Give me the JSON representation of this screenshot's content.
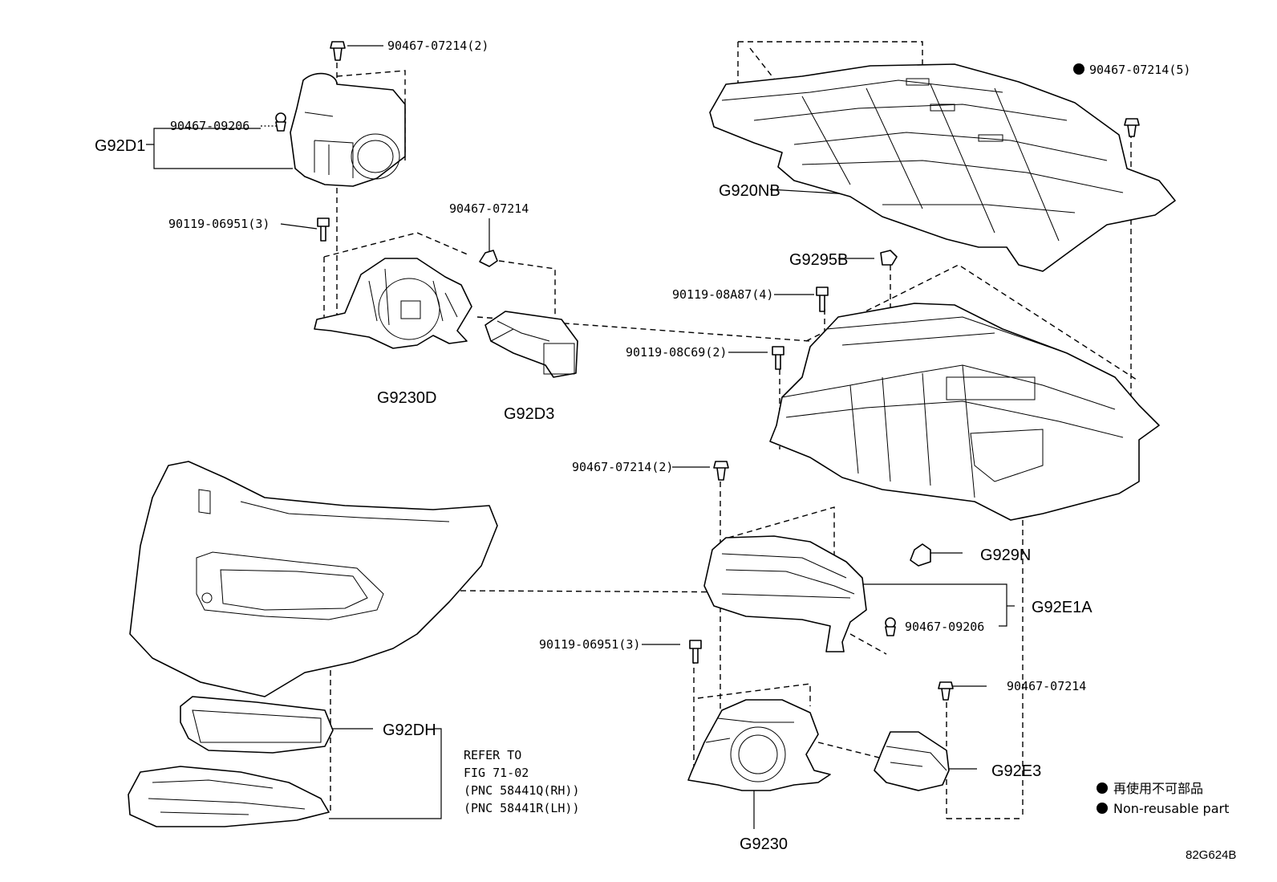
{
  "parts": {
    "g92d1": "G92D1",
    "g92d1_screw": "90467-09206",
    "g92d1_clip": "90467-07214(2)",
    "g92d1_bolt": "90119-06951(3)",
    "g9230d": "G9230D",
    "g92d3_clip": "90467-07214",
    "g92d3": "G92D3",
    "g920nb": "G920NB",
    "clip_nonreusable": "90467-07214(5)",
    "g9295b": "G9295B",
    "bolt_08a87": "90119-08A87(4)",
    "bolt_08c69": "90119-08C69(2)",
    "clip_right_2": "90467-07214(2)",
    "g929n": "G929N",
    "g92e1a": "G92E1A",
    "g92e1a_screw": "90467-09206",
    "bolt_06951_right": "90119-06951(3)",
    "clip_g92e3": "90467-07214",
    "g92e3": "G92E3",
    "g9230": "G9230",
    "g92dh": "G92DH"
  },
  "refer": {
    "line1": "REFER TO",
    "line2": "FIG 71-02",
    "line3": "(PNC 58441Q(RH))",
    "line4": "(PNC 58441R(LH))"
  },
  "legend": {
    "item_cn": "再使用不可部品",
    "item_en": "Non-reusable part"
  },
  "figure_code": "82G624B"
}
